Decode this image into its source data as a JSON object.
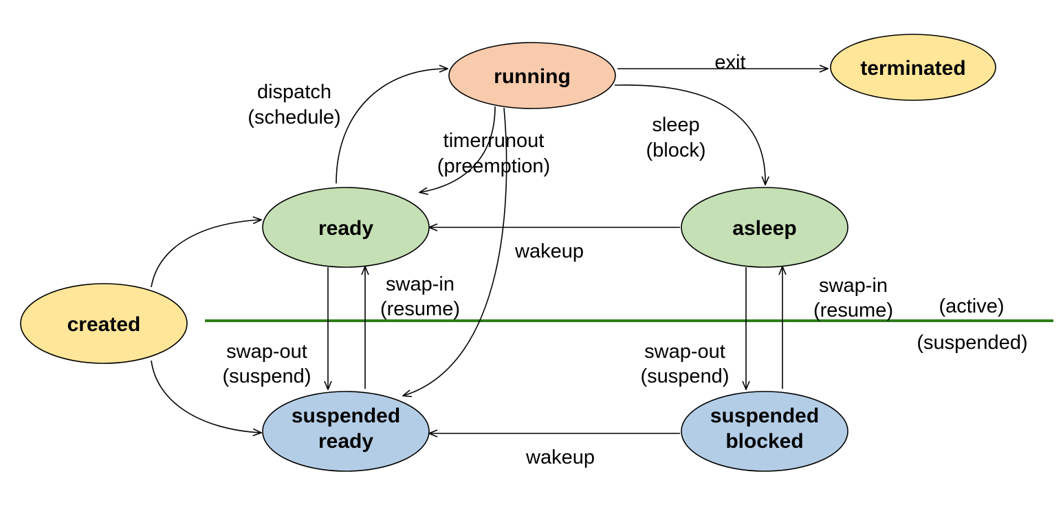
{
  "states": {
    "running": {
      "label": "running",
      "color": "#f8cbad"
    },
    "terminated": {
      "label": "terminated",
      "color": "#ffe699"
    },
    "ready": {
      "label": "ready",
      "color": "#c5e0b4"
    },
    "asleep": {
      "label": "asleep",
      "color": "#c5e0b4"
    },
    "created": {
      "label": "created",
      "color": "#ffe699"
    },
    "suspended_ready": {
      "label_line1": "suspended",
      "label_line2": "ready",
      "color": "#b4cde6"
    },
    "suspended_blocked": {
      "label_line1": "suspended",
      "label_line2": "blocked",
      "color": "#b4cde6"
    }
  },
  "transitions": {
    "exit": "exit",
    "dispatch_line1": "dispatch",
    "dispatch_line2": "(schedule)",
    "timerrunout_line1": "timerrunout",
    "timerrunout_line2": "(preemption)",
    "sleep_line1": "sleep",
    "sleep_line2": "(block)",
    "wakeup_active": "wakeup",
    "swapin_left_line1": "swap-in",
    "swapin_left_line2": "(resume)",
    "swapout_left_line1": "swap-out",
    "swapout_left_line2": "(suspend)",
    "swapin_right_line1": "swap-in",
    "swapin_right_line2": "(resume)",
    "swapout_right_line1": "swap-out",
    "swapout_right_line2": "(suspend)",
    "wakeup_suspended": "wakeup"
  },
  "regions": {
    "active": "(active)",
    "suspended": "(suspended)",
    "divider_color": "#2e7d1a"
  }
}
